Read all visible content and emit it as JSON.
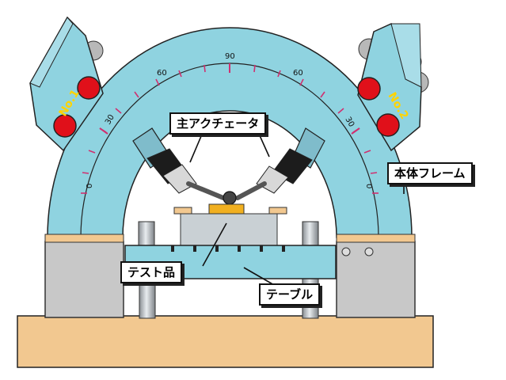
{
  "labels": {
    "main_actuator": "主アクチェータ",
    "main_frame": "本体フレーム",
    "test_piece": "テスト品",
    "table": "テーブル"
  },
  "scale": {
    "deg_90": "90",
    "deg_60_left": "60",
    "deg_60_right": "60",
    "deg_30_left": "30",
    "deg_30_right": "30",
    "deg_0_left": "0",
    "deg_0_right": "0"
  },
  "actuator_badges": {
    "left": "No.1",
    "right": "No.2"
  },
  "colors": {
    "frame": "#8fd3e0",
    "base": "#f2c890",
    "housing": "#c8c8c8",
    "lamp": "#e0101a",
    "badge_text": "#ffd400",
    "scale_tick": "#d03070"
  }
}
